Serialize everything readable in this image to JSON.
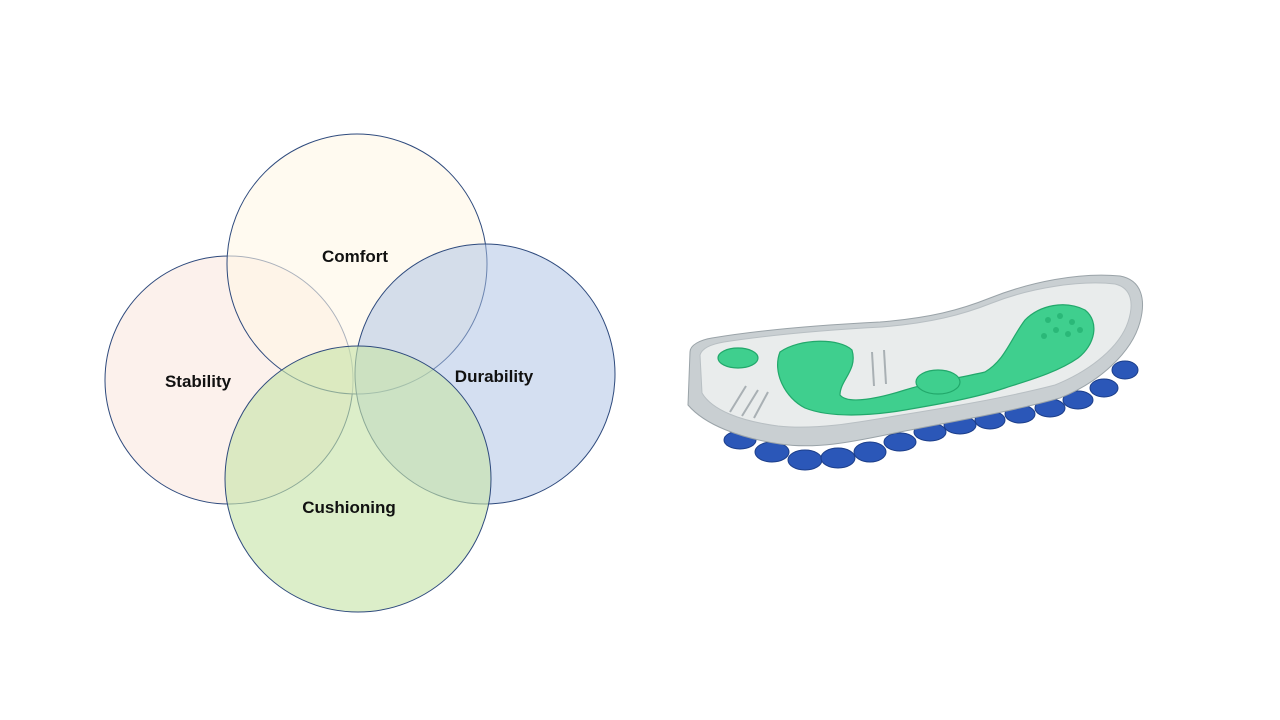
{
  "venn": {
    "circles": [
      {
        "id": "comfort",
        "label": "Comfort",
        "fill": "#fff6e6"
      },
      {
        "id": "stability",
        "label": "Stability",
        "fill": "#fbece6"
      },
      {
        "id": "durability",
        "label": "Durability",
        "fill": "#a9bfe3"
      },
      {
        "id": "cushioning",
        "label": "Cushioning",
        "fill": "#c6e3a8"
      }
    ],
    "outline_color": "#2e4a7d"
  },
  "illustration": {
    "icon": "shoe-sole-icon",
    "colors": {
      "insole": "#e9ecec",
      "gel": "#3fcf8e",
      "outsole": "#2b57b8",
      "edge": "#c9cfd2"
    }
  }
}
